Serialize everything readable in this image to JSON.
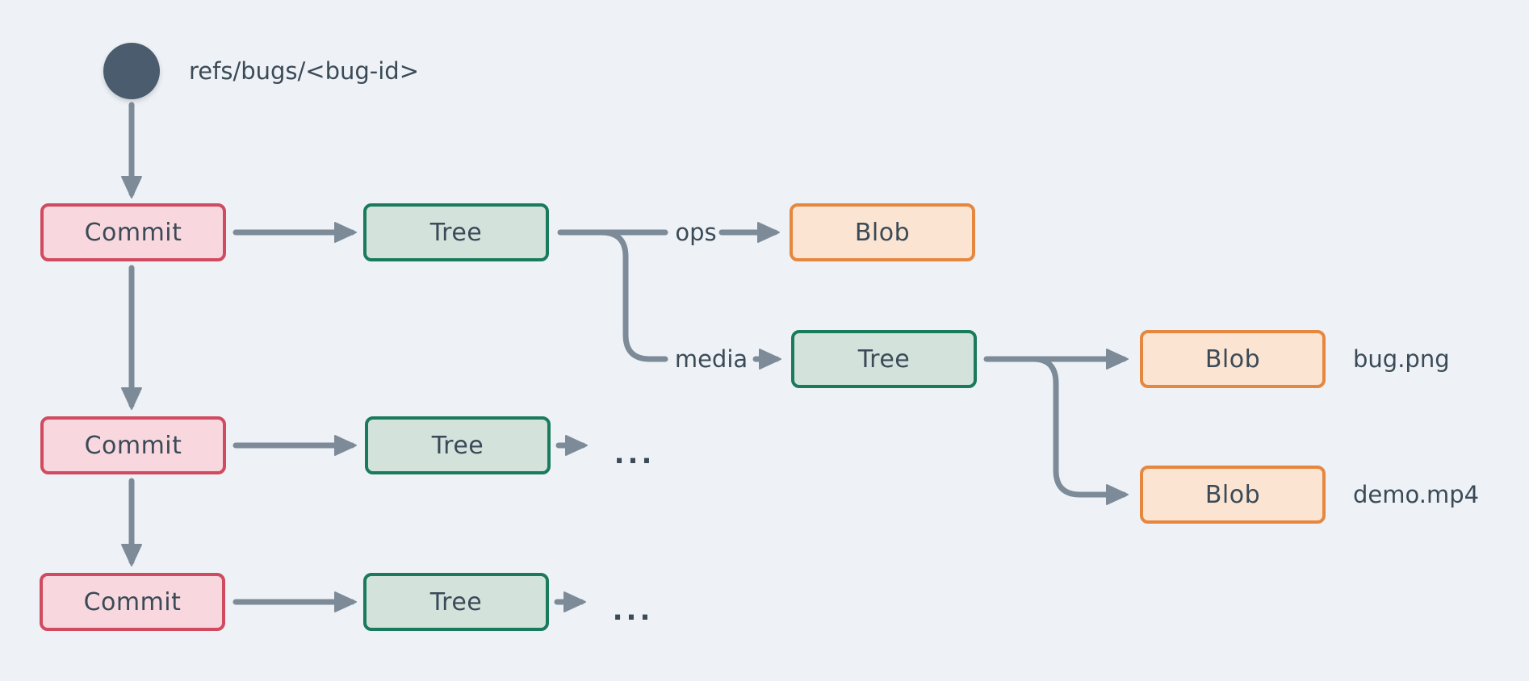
{
  "colors": {
    "background": "#eef2f6",
    "arrow": "#7d8b99",
    "text": "#3a4a57",
    "ref_circle": "#4a5c6d",
    "commit_fill": "#f8d8de",
    "commit_border": "#d04a60",
    "tree_fill": "#d3e3dc",
    "tree_border": "#1a7a5c",
    "blob_fill": "#fbe4d2",
    "blob_border": "#e6873f"
  },
  "ref": {
    "label": "refs/bugs/<bug-id>"
  },
  "nodes": {
    "commit1": {
      "label": "Commit"
    },
    "tree1": {
      "label": "Tree"
    },
    "blob_ops": {
      "label": "Blob"
    },
    "tree_media": {
      "label": "Tree"
    },
    "blob_bug": {
      "label": "Blob"
    },
    "blob_demo": {
      "label": "Blob"
    },
    "commit2": {
      "label": "Commit"
    },
    "tree2": {
      "label": "Tree"
    },
    "commit3": {
      "label": "Commit"
    },
    "tree3": {
      "label": "Tree"
    }
  },
  "edge_labels": {
    "ops": "ops",
    "media": "media"
  },
  "file_labels": {
    "bug_png": "bug.png",
    "demo_mp4": "demo.mp4"
  },
  "ellipsis1": "...",
  "ellipsis2": "..."
}
